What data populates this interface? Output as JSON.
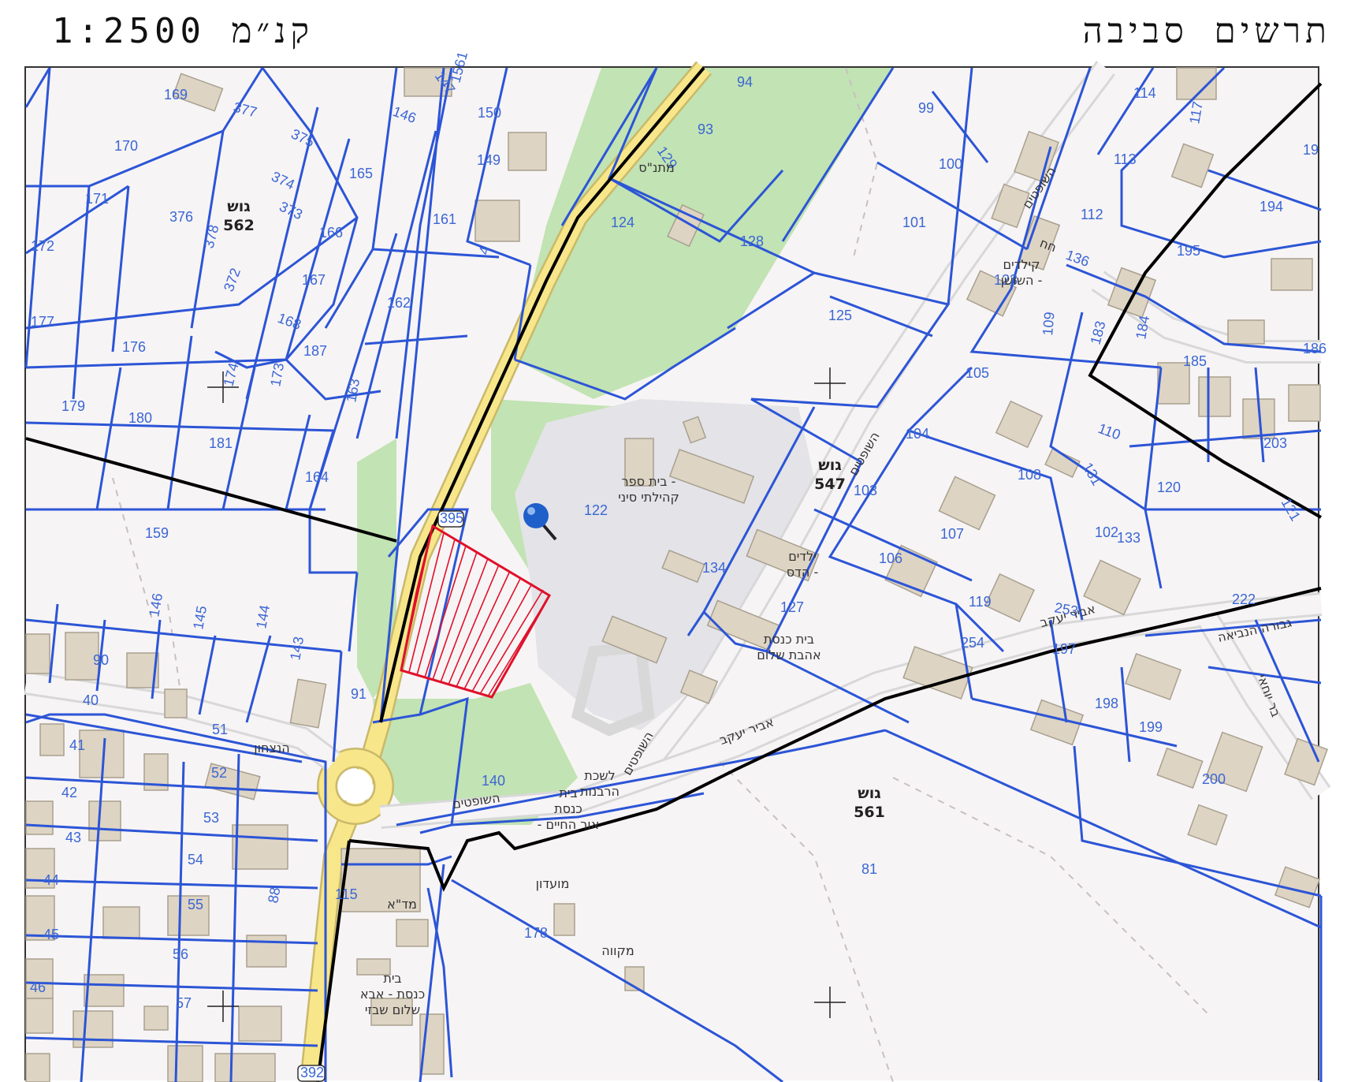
{
  "header": {
    "title": "תרשים סביבה",
    "scale_label": "קנ״מ",
    "scale_value": "1:2500"
  },
  "map": {
    "blocks": [
      {
        "label": "גוש",
        "number": "562"
      },
      {
        "label": "גוש",
        "number": "547"
      },
      {
        "label": "גוש",
        "number": "561"
      }
    ],
    "streets": [
      "השופטים",
      "השופטים",
      "השופטים",
      "השופטים",
      "אביר יעקב",
      "אביר יעקב",
      "הנצחון",
      "בר יוחאי",
      "חח",
      "גבורה הנביאה"
    ],
    "landmarks": [
      {
        "lines": [
          "בית ספר -",
          "קהילתי סיני"
        ]
      },
      {
        "lines": [
          "מתנ\"ס"
        ]
      },
      {
        "lines": [
          "קילדים",
          "השושן -"
        ]
      },
      {
        "lines": [
          "ילדים",
          "הדס -"
        ]
      },
      {
        "lines": [
          "בית כנסת",
          "אהבת שלום"
        ]
      },
      {
        "lines": [
          "לשכת",
          "הרבנות"
        ]
      },
      {
        "lines": [
          "בית",
          "כנסת",
          "- אור החיים"
        ]
      },
      {
        "lines": [
          "מועדון"
        ]
      },
      {
        "lines": [
          "מקווה"
        ]
      },
      {
        "lines": [
          "מד\"א"
        ]
      },
      {
        "lines": [
          "בית",
          "כנסת - אבא",
          "שלום שבזי"
        ]
      }
    ],
    "parcels": [
      "169",
      "377",
      "375",
      "374",
      "373",
      "372",
      "376",
      "378",
      "170",
      "171",
      "172",
      "165",
      "166",
      "167",
      "168",
      "177",
      "176",
      "174",
      "173",
      "179",
      "180",
      "181",
      "187",
      "162",
      "163",
      "164",
      "161",
      "150",
      "149",
      "146",
      "147",
      "1561",
      "94",
      "93",
      "129",
      "124",
      "128",
      "99",
      "100",
      "101",
      "114",
      "113",
      "112",
      "117",
      "19",
      "194",
      "195",
      "136",
      "123",
      "125",
      "109",
      "183",
      "184",
      "185",
      "186",
      "105",
      "104",
      "110",
      "131",
      "203",
      "120",
      "121",
      "122",
      "108",
      "103",
      "107",
      "106",
      "102",
      "133",
      "134",
      "127",
      "119",
      "253",
      "254",
      "197",
      "198",
      "199",
      "200",
      "222",
      "159",
      "146",
      "145",
      "144",
      "143",
      "90",
      "91",
      "40",
      "41",
      "42",
      "43",
      "44",
      "45",
      "46",
      "51",
      "52",
      "53",
      "54",
      "55",
      "56",
      "57",
      "140",
      "115",
      "178",
      "81",
      "88",
      "4",
      "392",
      "395"
    ],
    "pin_color": "#1f5fc9",
    "highlight_color": "#e0102a"
  }
}
